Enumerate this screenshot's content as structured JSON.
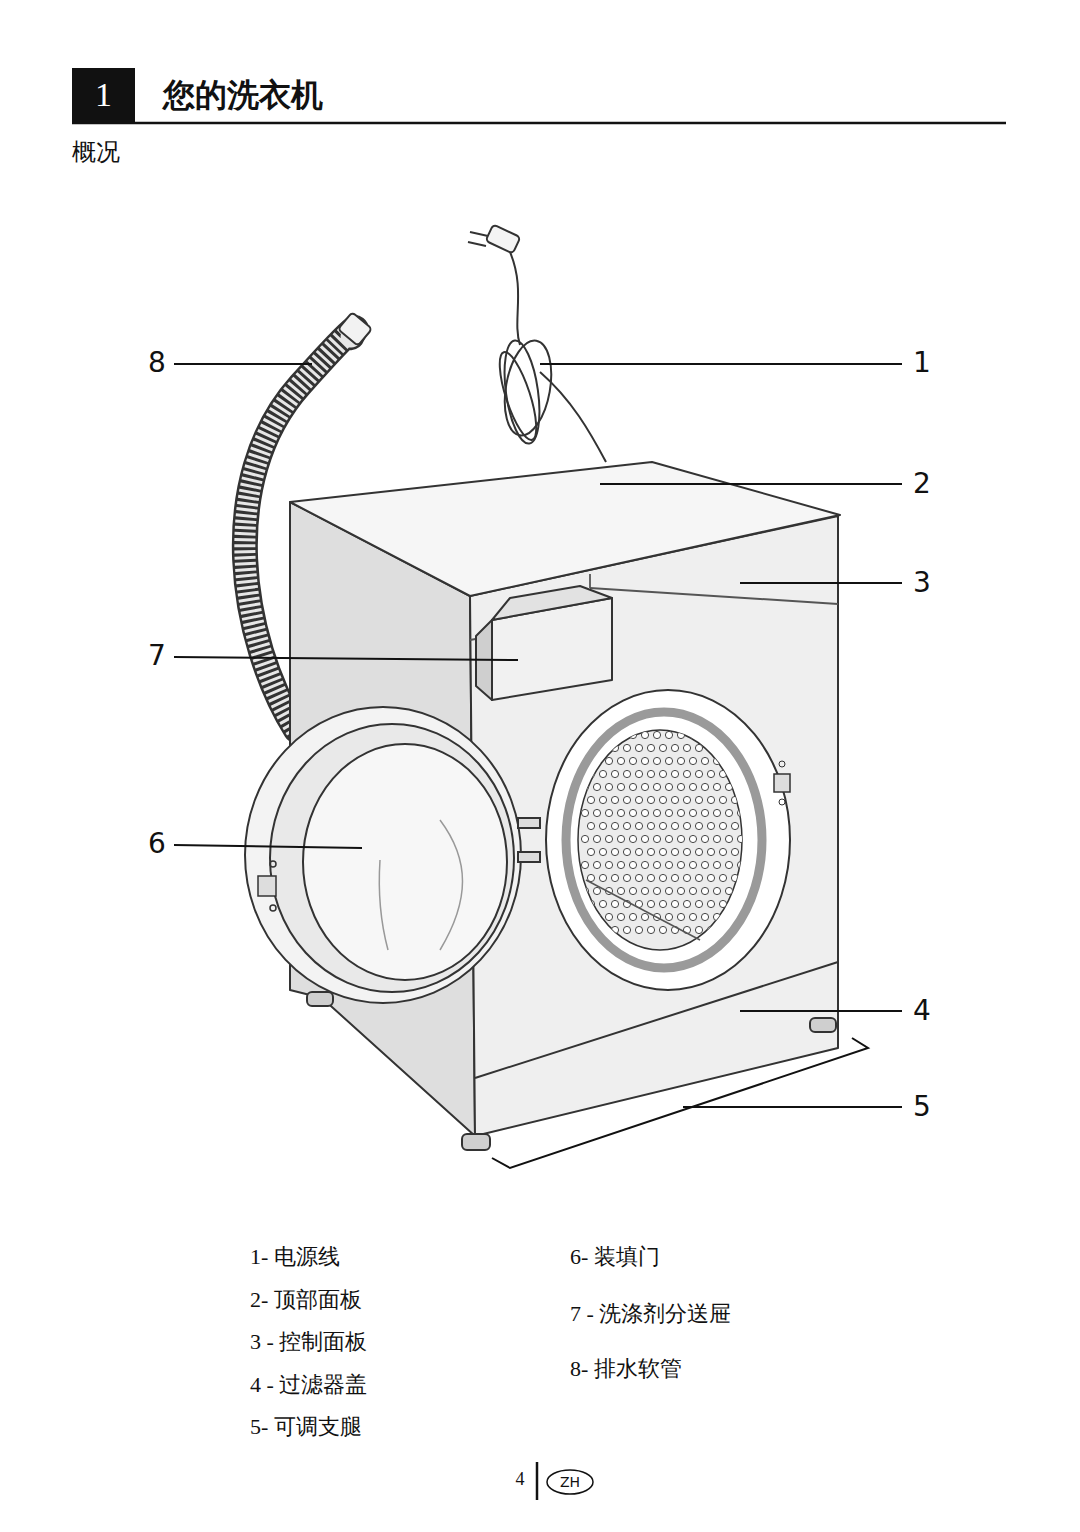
{
  "diagram": {
    "title": "您的洗衣机",
    "nodes": [
      {
        "text": [
          "1"
        ]
      },
      {
        "text": [
          "ZH"
        ]
      }
    ],
    "labels": [
      "概况",
      "8",
      "1",
      "2",
      "3",
      "7",
      "6",
      "4",
      "5",
      "1- 电源线",
      "2- 顶部面板",
      "3 - 控制面板",
      "4 - 过滤器盖",
      "5- 可调支腿",
      "6- 装填门",
      "7 - 洗涤剂分送屉",
      "8- 排水软管",
      "4"
    ]
  }
}
